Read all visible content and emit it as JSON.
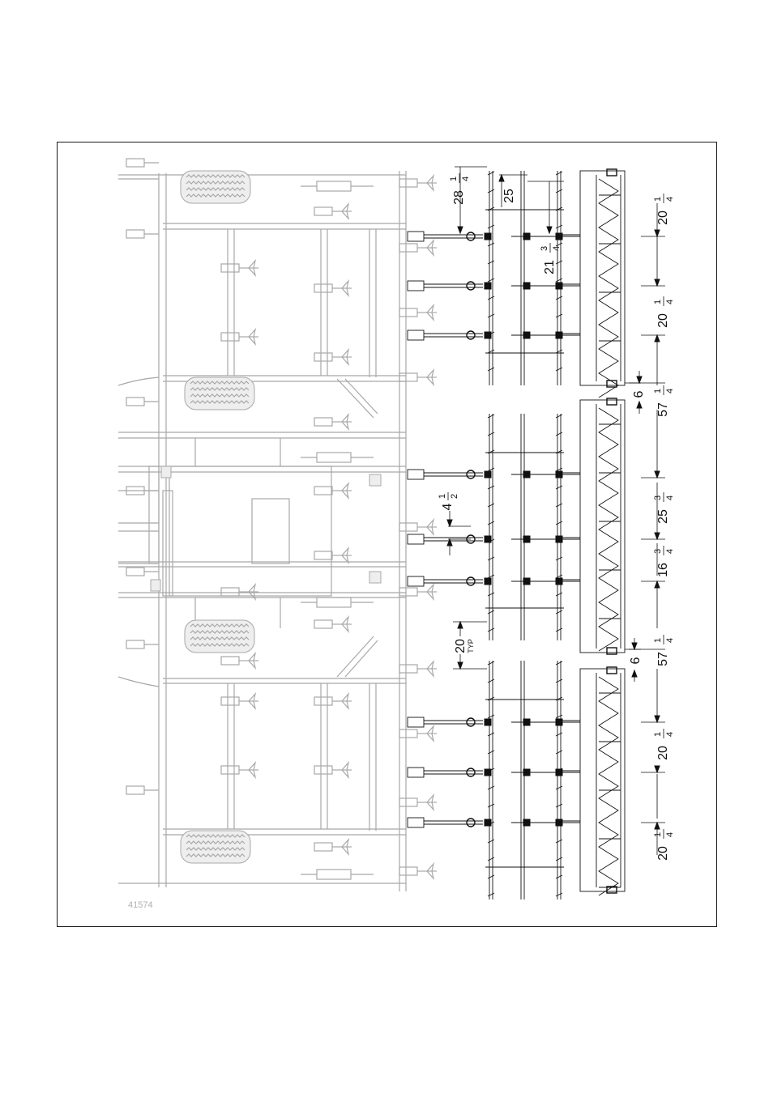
{
  "figure": {
    "id_label": "41574"
  },
  "dimensions": [
    {
      "key": "d1",
      "whole": "28",
      "num": "1",
      "den": "4"
    },
    {
      "key": "d2",
      "whole": "25",
      "num": "",
      "den": ""
    },
    {
      "key": "d3",
      "whole": "20",
      "num": "1",
      "den": "4"
    },
    {
      "key": "d4",
      "whole": "21",
      "num": "3",
      "den": "4"
    },
    {
      "key": "d5",
      "whole": "20",
      "num": "1",
      "den": "4"
    },
    {
      "key": "d6",
      "whole": "6",
      "num": "",
      "den": ""
    },
    {
      "key": "d7",
      "whole": "57",
      "num": "1",
      "den": "4"
    },
    {
      "key": "d8",
      "whole": "4",
      "num": "1",
      "den": "2"
    },
    {
      "key": "d9",
      "whole": "25",
      "num": "3",
      "den": "4"
    },
    {
      "key": "d10",
      "whole": "16",
      "num": "3",
      "den": "4"
    },
    {
      "key": "d11",
      "whole": "20",
      "num": "",
      "den": "",
      "sub": "TYP"
    },
    {
      "key": "d12",
      "whole": "6",
      "num": "",
      "den": ""
    },
    {
      "key": "d13",
      "whole": "57",
      "num": "1",
      "den": "4"
    },
    {
      "key": "d14",
      "whole": "20",
      "num": "1",
      "den": "4"
    },
    {
      "key": "d15",
      "whole": "20",
      "num": "1",
      "den": "4"
    }
  ]
}
